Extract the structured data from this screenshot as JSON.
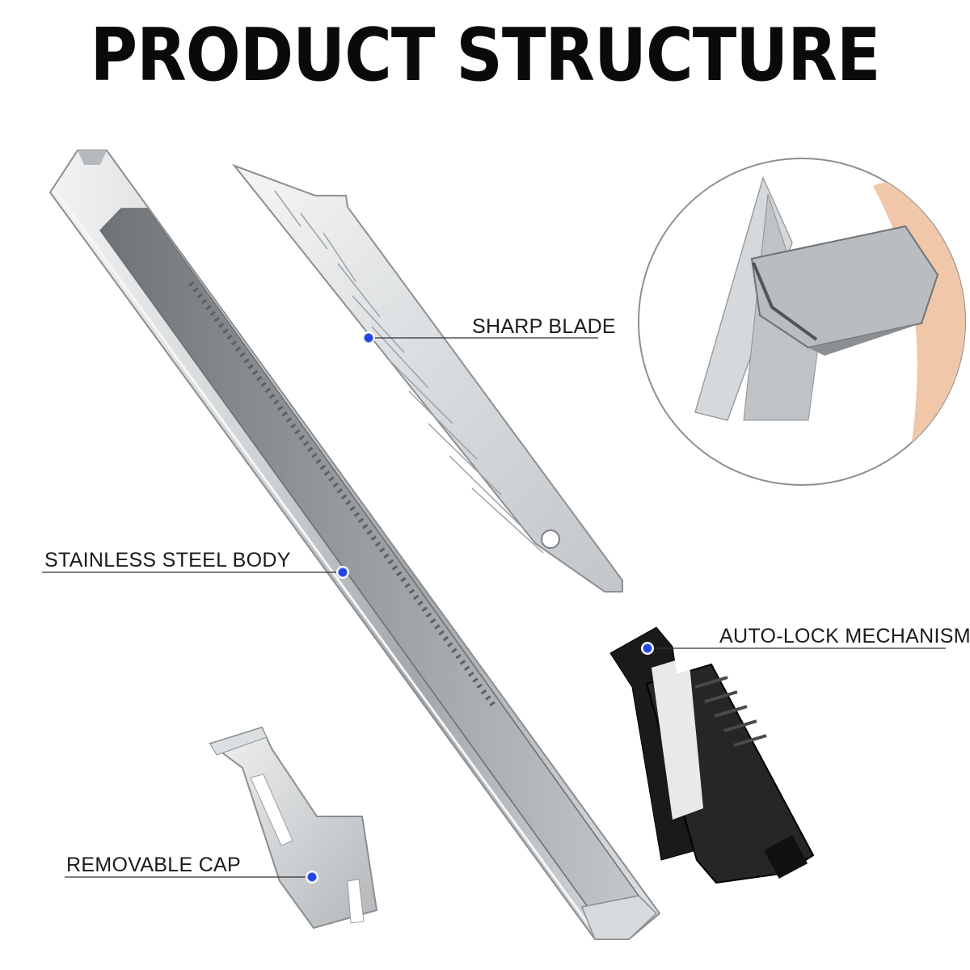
{
  "title": "PRODUCT STRUCTURE",
  "callouts": {
    "sharp_blade": "SHARP BLADE",
    "steel_body": "STAINLESS STEEL BODY",
    "auto_lock": "AUTO-LOCK MECHANISM",
    "removable_cap": "REMOVABLE CAP"
  },
  "colors": {
    "dot": "#1a3fd6",
    "leader": "#333333",
    "steel_light": "#e4e6e8",
    "steel_dark": "#8f9396",
    "slider": "#141414"
  }
}
